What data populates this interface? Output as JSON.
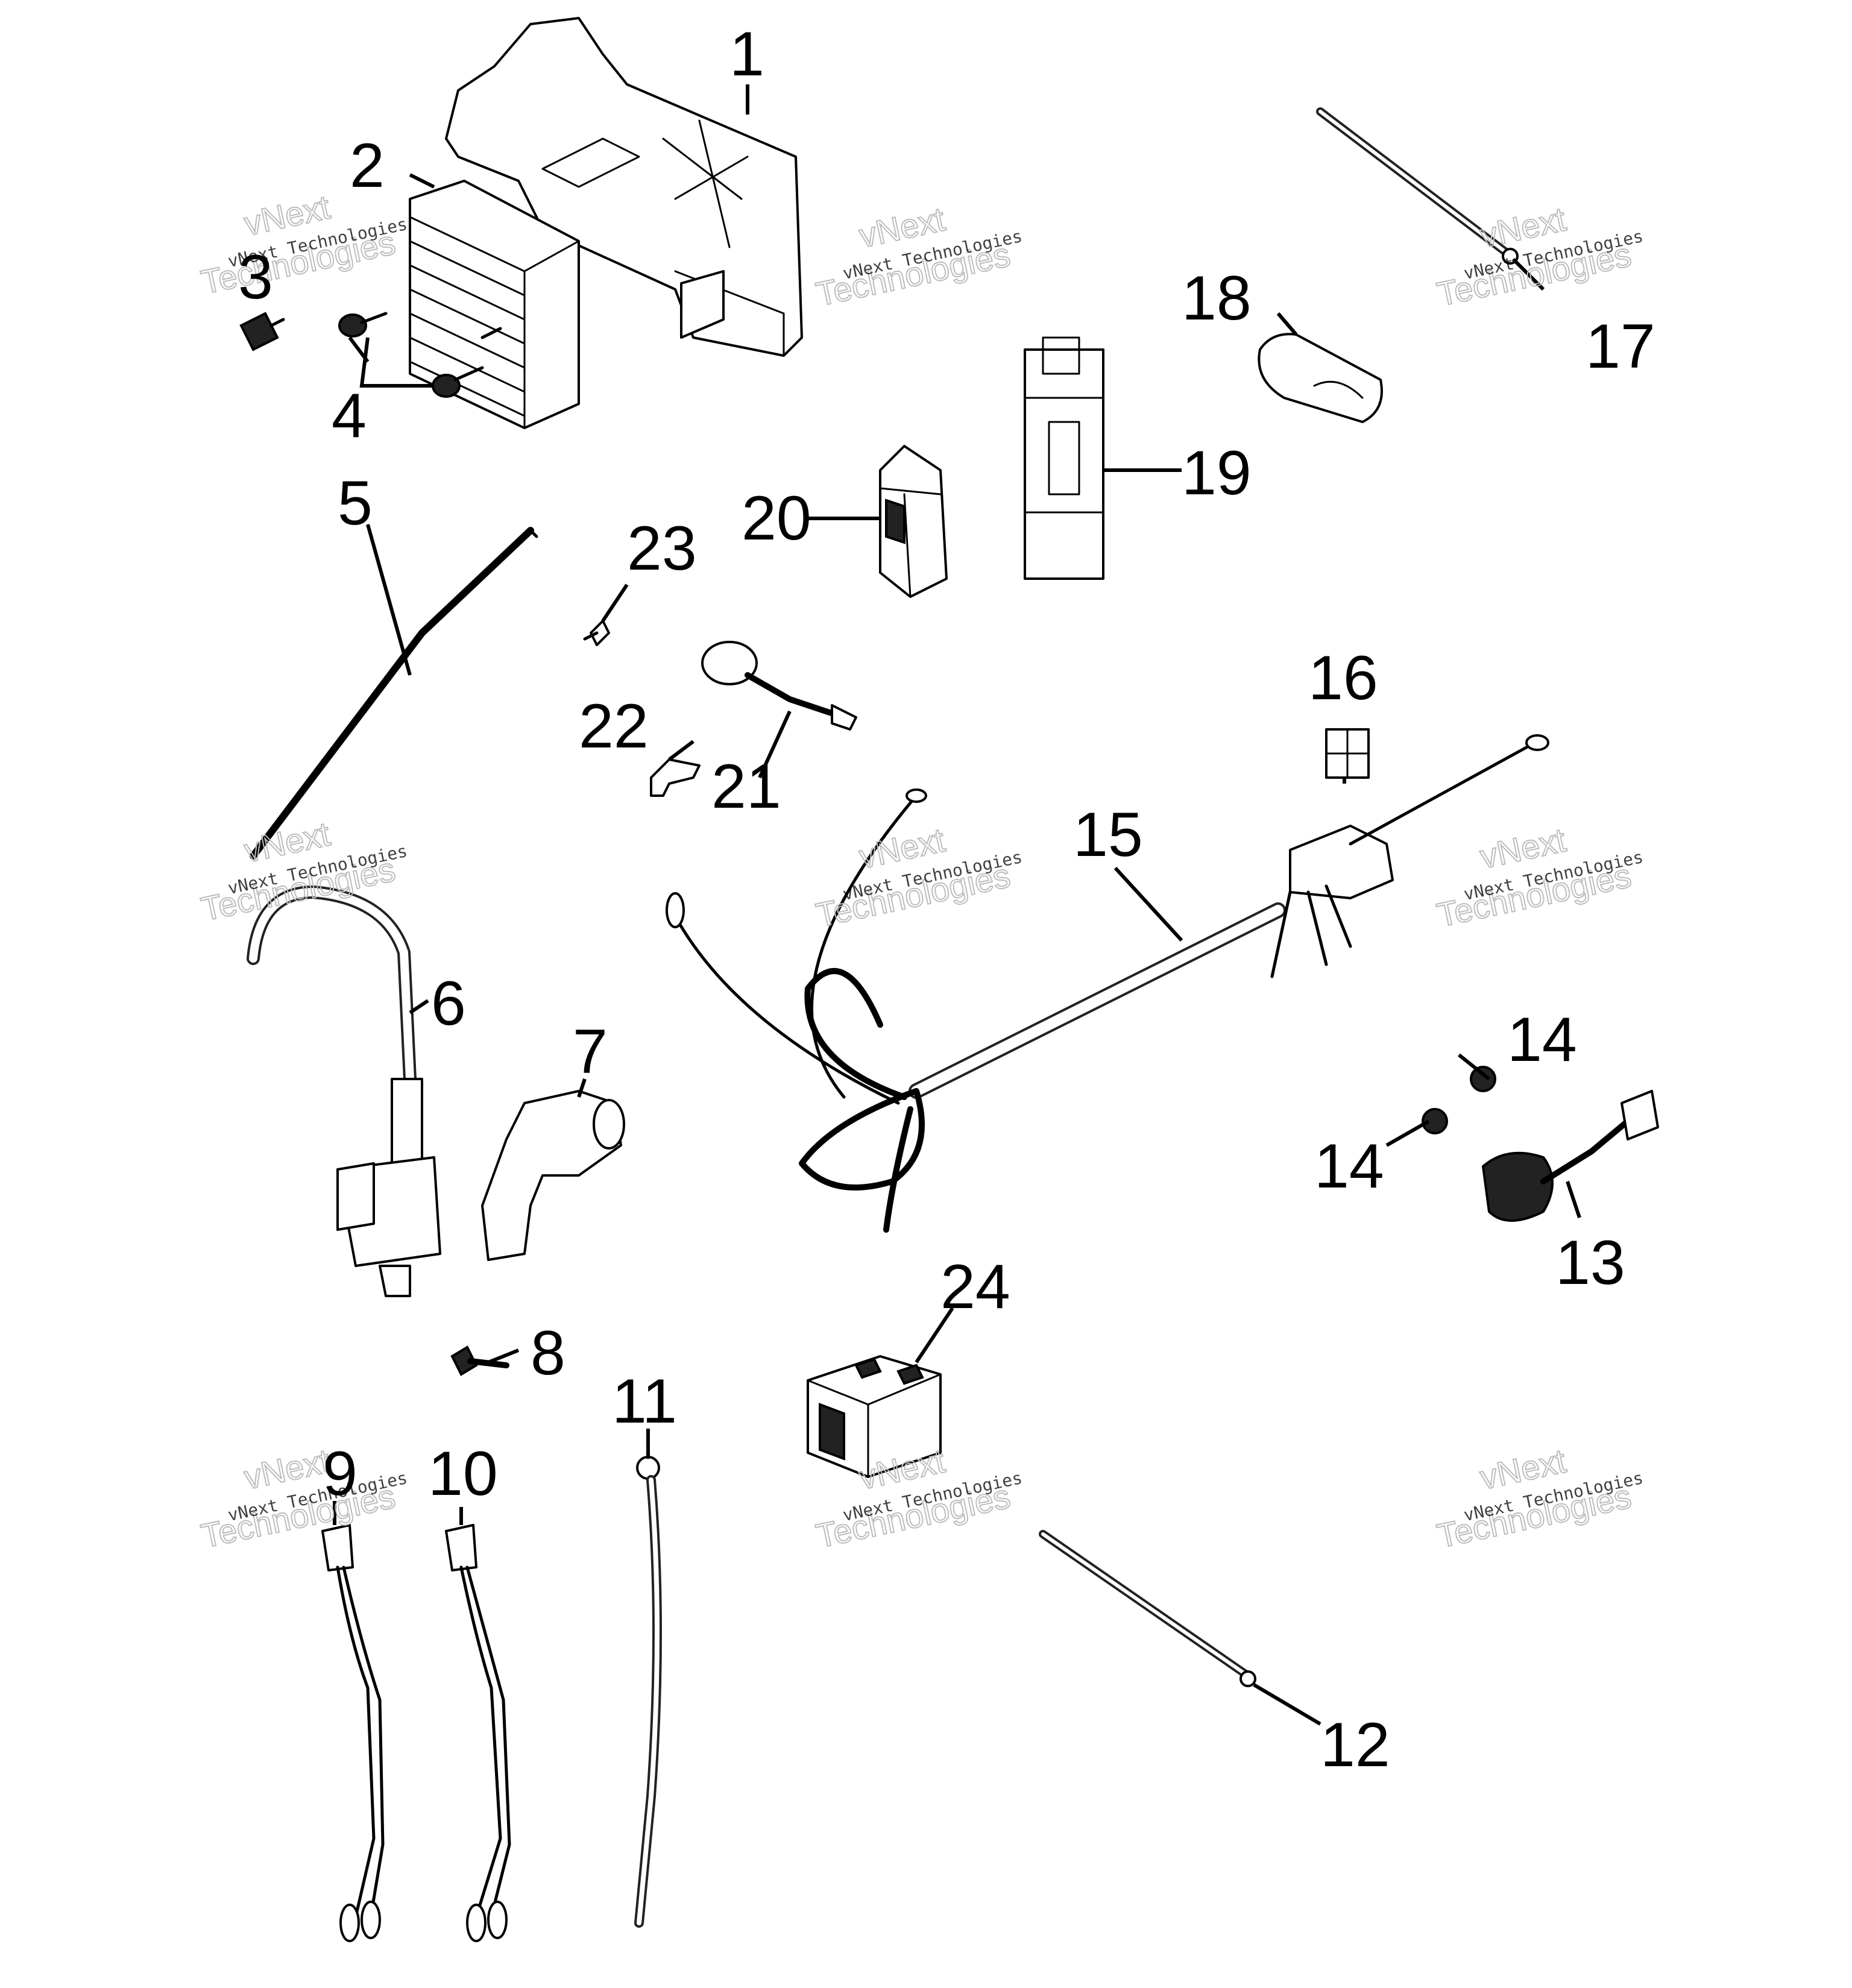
{
  "callouts": [
    {
      "id": "1",
      "label": "1"
    },
    {
      "id": "2",
      "label": "2"
    },
    {
      "id": "3",
      "label": "3"
    },
    {
      "id": "4",
      "label": "4"
    },
    {
      "id": "5",
      "label": "5"
    },
    {
      "id": "6",
      "label": "6"
    },
    {
      "id": "7",
      "label": "7"
    },
    {
      "id": "8",
      "label": "8"
    },
    {
      "id": "9",
      "label": "9"
    },
    {
      "id": "10",
      "label": "10"
    },
    {
      "id": "11",
      "label": "11"
    },
    {
      "id": "12",
      "label": "12"
    },
    {
      "id": "13",
      "label": "13"
    },
    {
      "id": "14a",
      "label": "14"
    },
    {
      "id": "14b",
      "label": "14"
    },
    {
      "id": "15",
      "label": "15"
    },
    {
      "id": "16",
      "label": "16"
    },
    {
      "id": "17",
      "label": "17"
    },
    {
      "id": "18",
      "label": "18"
    },
    {
      "id": "19",
      "label": "19"
    },
    {
      "id": "20",
      "label": "20"
    },
    {
      "id": "21",
      "label": "21"
    },
    {
      "id": "22",
      "label": "22"
    },
    {
      "id": "23",
      "label": "23"
    },
    {
      "id": "24",
      "label": "24"
    }
  ],
  "watermark": {
    "line1": "vNext Technologies",
    "line2": "vNext",
    "line3": "Technologies"
  }
}
